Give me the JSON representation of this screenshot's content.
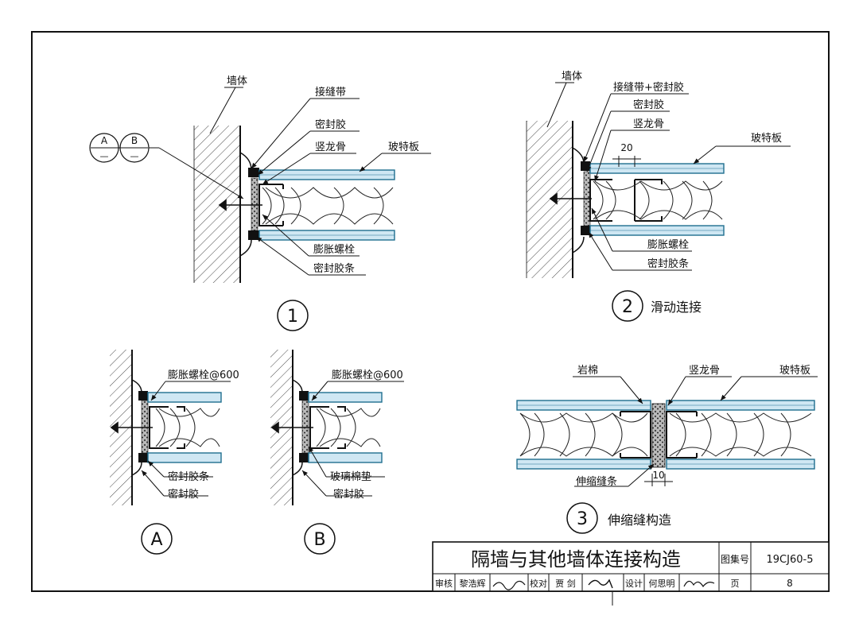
{
  "detail1": {
    "number": "1",
    "labels": {
      "wall": "墙体",
      "joint_tape": "接缝带",
      "sealant": "密封胶",
      "stud": "竖龙骨",
      "board": "玻特板",
      "bolt": "膨胀螺栓",
      "sealant_strip": "密封胶条"
    },
    "ref_a": "A",
    "ref_b": "B",
    "ref_sub": "—"
  },
  "detail2": {
    "number": "2",
    "title": "滑动连接",
    "dimension": "20",
    "labels": {
      "wall": "墙体",
      "joint_tape_sealant": "接缝带+密封胶",
      "sealant": "密封胶",
      "stud": "竖龙骨",
      "board": "玻特板",
      "bolt": "膨胀螺栓",
      "sealant_strip": "密封胶条"
    }
  },
  "detailA": {
    "letter": "A",
    "labels": {
      "bolt": "膨胀螺栓@600",
      "sealant_strip": "密封胶条",
      "sealant": "密封胶"
    }
  },
  "detailB": {
    "letter": "B",
    "labels": {
      "bolt": "膨胀螺栓@600",
      "glass_wool": "玻璃棉垫",
      "sealant": "密封胶"
    }
  },
  "detail3": {
    "number": "3",
    "title": "伸缩缝构造",
    "dimension": "10",
    "labels": {
      "rock_wool": "岩棉",
      "stud": "竖龙骨",
      "board": "玻特板",
      "joint_strip": "伸缩缝条"
    }
  },
  "title_block": {
    "title": "隔墙与其他墙体连接构造",
    "atlas_label": "图集号",
    "atlas_no": "19CJ60-5",
    "review_label": "审核",
    "reviewer": "黎浩辉",
    "check_label": "校对",
    "checker": "贾 剑",
    "design_label": "设计",
    "designer": "何思明",
    "page_label": "页",
    "page_no": "8"
  },
  "colors": {
    "board_fill": "#cfe7f3",
    "board_line": "#1f6f8f",
    "ink": "#111111"
  }
}
